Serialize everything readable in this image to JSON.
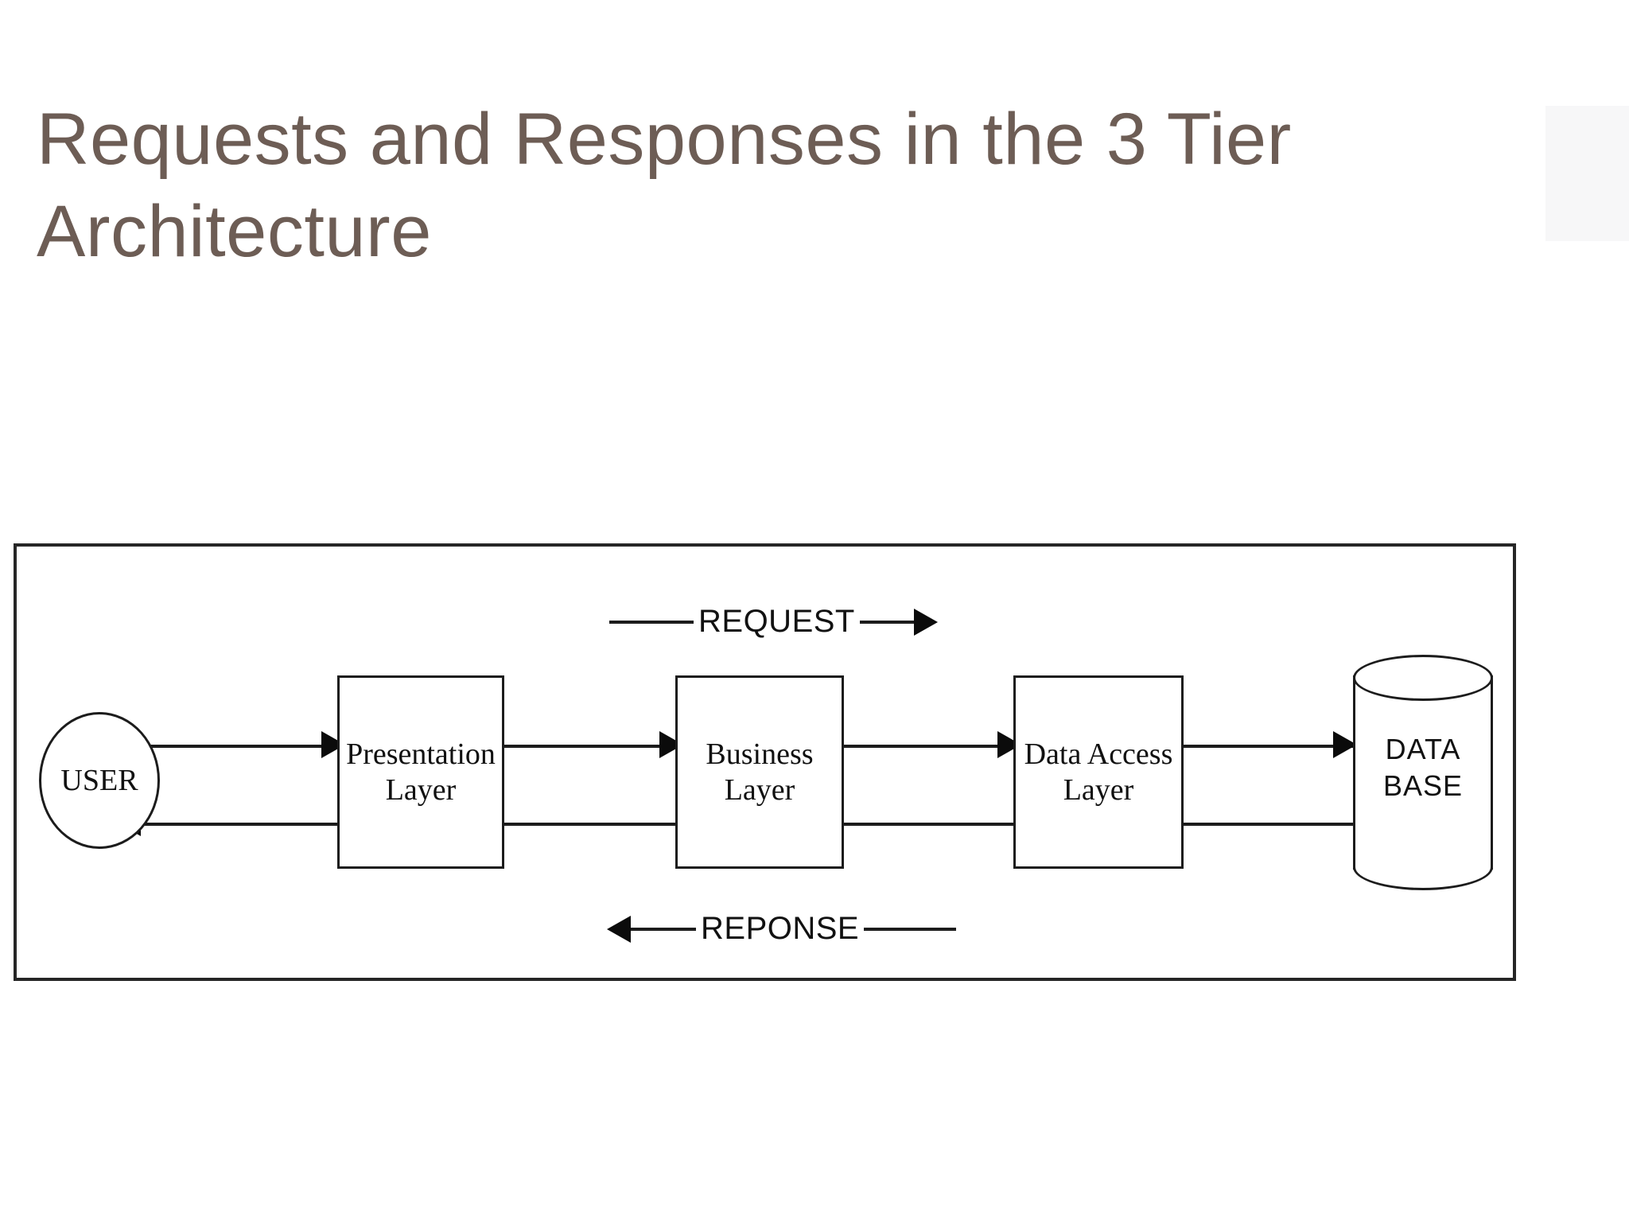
{
  "slide": {
    "title": "Requests and Responses in the 3 Tier Architecture",
    "background_color": "#ffffff",
    "title_color": "#6d5d55"
  },
  "diagram": {
    "frame_border_color": "#262626",
    "stroke_color": "#1c1c1c",
    "nodes": [
      {
        "id": "user",
        "label": "USER",
        "shape": "ellipse"
      },
      {
        "id": "presentation",
        "label": "Presentation\nLayer",
        "shape": "rectangle"
      },
      {
        "id": "business",
        "label": "Business\nLayer",
        "shape": "rectangle"
      },
      {
        "id": "dataaccess",
        "label": "Data Access\nLayer",
        "shape": "rectangle"
      },
      {
        "id": "database",
        "label": "DATA\nBASE",
        "shape": "cylinder"
      }
    ],
    "flow_labels": {
      "request": "REQUEST",
      "response": "REPONSE"
    },
    "connections": [
      {
        "from": "user",
        "to": "presentation",
        "direction": "right"
      },
      {
        "from": "presentation",
        "to": "business",
        "direction": "right"
      },
      {
        "from": "business",
        "to": "dataaccess",
        "direction": "right"
      },
      {
        "from": "dataaccess",
        "to": "database",
        "direction": "right"
      },
      {
        "from": "database",
        "to": "dataaccess",
        "direction": "left"
      },
      {
        "from": "dataaccess",
        "to": "business",
        "direction": "left"
      },
      {
        "from": "business",
        "to": "presentation",
        "direction": "left"
      },
      {
        "from": "presentation",
        "to": "user",
        "direction": "left"
      }
    ]
  }
}
